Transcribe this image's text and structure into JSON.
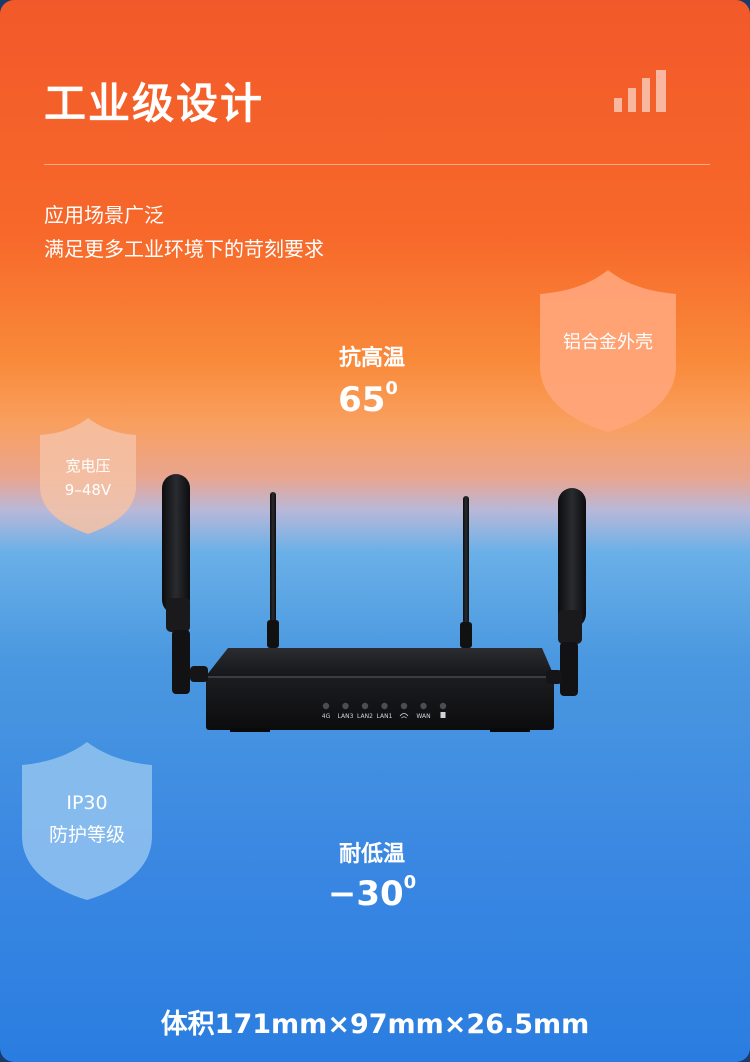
{
  "header": {
    "title": "工业级设计",
    "signal_icon": "signal-bars-icon"
  },
  "intro": {
    "line1": "应用场景广泛",
    "line2": "满足更多工业环境下的苛刻要求"
  },
  "badges": {
    "aluminum": "铝合金外壳",
    "voltage_line1": "宽电压",
    "voltage_line2": "9–48V",
    "ip_line1": "IP30",
    "ip_line2": "防护等级"
  },
  "specs": {
    "high_temp_label": "抗高温",
    "high_temp_value": "65",
    "high_temp_unit": "0",
    "low_temp_label": "耐低温",
    "low_temp_value": "−30",
    "low_temp_unit": "0"
  },
  "router": {
    "leds": [
      "4G",
      "LAN3",
      "LAN2",
      "LAN1",
      "wifi-icon",
      "WAN",
      "power-icon"
    ]
  },
  "footer": {
    "volume": "体积171mm×97mm×26.5mm"
  },
  "colors": {
    "orange": "#f2592a",
    "blue": "#2a7de0",
    "shield_orange": "#ffa57a",
    "shield_blue": "#8ec0ef"
  }
}
